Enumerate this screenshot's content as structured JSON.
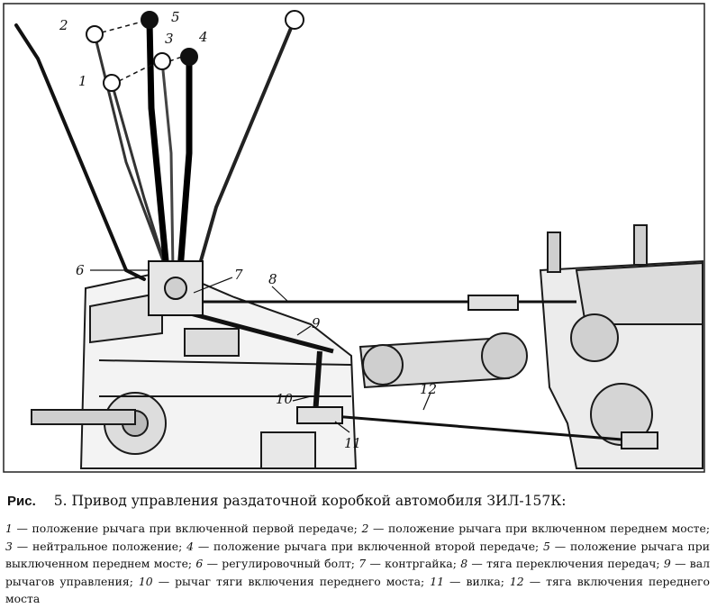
{
  "figure": {
    "callouts": {
      "c1": "1",
      "c2": "2",
      "c3": "3",
      "c4": "4",
      "c5": "5",
      "c6": "6",
      "c7": "7",
      "c8": "8",
      "c9": "9",
      "c10": "10",
      "c11": "11",
      "c12": "12"
    }
  },
  "caption": {
    "label": "Рис.",
    "title": "5. Привод управления раздаточной коробкой автомобиля ЗИЛ-157К:"
  },
  "legend": {
    "i1_num": "1",
    "i1_text": " — положение рычага при включенной первой передаче; ",
    "i2_num": "2",
    "i2_text": " — положение рычага при включенном перед­нем мосте; ",
    "i3_num": "3",
    "i3_text": " — нейтральное положение; ",
    "i4_num": "4",
    "i4_text": " — положение рычага при включенной второй передаче; ",
    "i5_num": "5",
    "i5_text": " — положение рычага при выключенном переднем мосте; ",
    "i6_num": "6",
    "i6_text": " — регулировочный болт; ",
    "i7_num": "7",
    "i7_text": " — контргайка; ",
    "i8_num": "8",
    "i8_text": " — тяга переключения передач; ",
    "i9_num": "9",
    "i9_text": " — вал рычагов управления; ",
    "i10_num": "10",
    "i10_text": " — рычаг тяги включения переднего моста; ",
    "i11_num": "11",
    "i11_text": " — вилка; ",
    "i12_num": "12",
    "i12_text": " — тяга включения переднего моста"
  }
}
